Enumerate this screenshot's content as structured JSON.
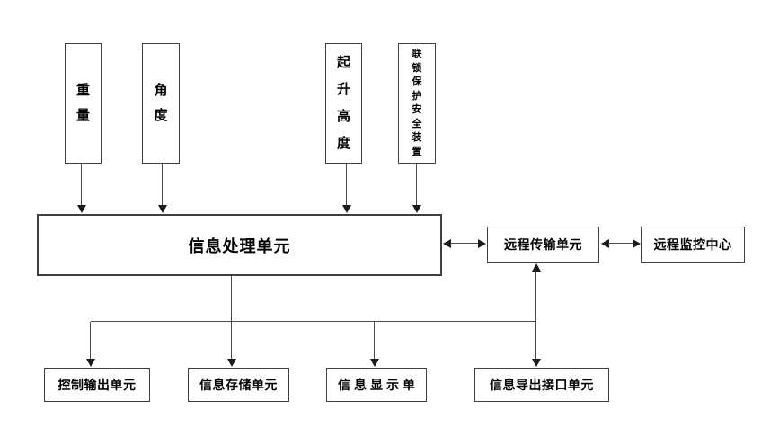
{
  "diagram": {
    "sensors": [
      {
        "label": "重量"
      },
      {
        "label": "角度"
      },
      {
        "label": "起升高度"
      },
      {
        "label": "联锁保护安全装置"
      }
    ],
    "processing_unit_label": "信息处理单元",
    "remote_transmission_label": "远程传输单元",
    "remote_monitoring_label": "远程监控中心",
    "outputs": [
      {
        "label": "控制输出单元"
      },
      {
        "label": "信息存储单元"
      },
      {
        "label": "信息显示单"
      },
      {
        "label": "信息导出接口单元"
      }
    ],
    "colors": {
      "background": "#ffffff",
      "box_border": "#3f3f3f",
      "line": "#4a4a4a",
      "arrowhead": "#1a1a1a",
      "text": "#000000"
    }
  }
}
